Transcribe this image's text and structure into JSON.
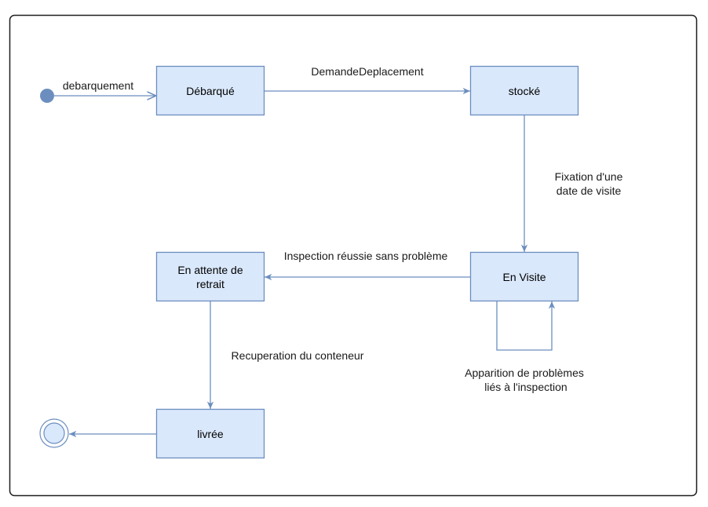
{
  "colors": {
    "state_fill": "#dae8fc",
    "state_stroke": "#6c8ebf",
    "frame_stroke": "#1f1f1f",
    "edge_stroke": "#6c8ebf"
  },
  "states": {
    "debarque": "Débarqué",
    "stocke": "stocké",
    "en_visite": "En Visite",
    "en_attente_line1": "En attente de",
    "en_attente_line2": "retrait",
    "livree": "livrée"
  },
  "transitions": {
    "debarquement": "debarquement",
    "demande_deplacement": "DemandeDeplacement",
    "fixation_line1": "Fixation d'une",
    "fixation_line2": "date de visite",
    "inspection_reussie": "Inspection réussie sans problème",
    "apparition_line1": "Apparition de problèmes",
    "apparition_line2": "liés à l'inspection",
    "recuperation": "Recuperation du conteneur"
  }
}
